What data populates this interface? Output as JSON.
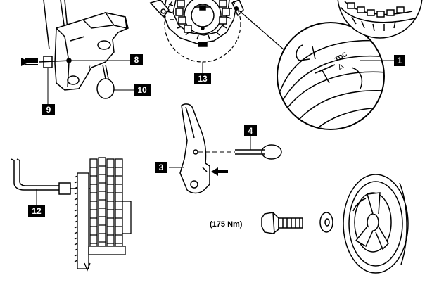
{
  "callouts": {
    "c1": "1",
    "c3": "3",
    "c4": "4",
    "c8": "8",
    "c9": "9",
    "c10": "10",
    "c12": "12",
    "c13": "13"
  },
  "labels": {
    "torque": "(175 Nm)",
    "tdc": "TDC",
    "tdc_arrow": "△",
    "tensioner_letter": "L"
  },
  "colors": {
    "line": "#000000",
    "callout_bg": "#000000",
    "callout_text": "#ffffff",
    "background": "#ffffff"
  }
}
